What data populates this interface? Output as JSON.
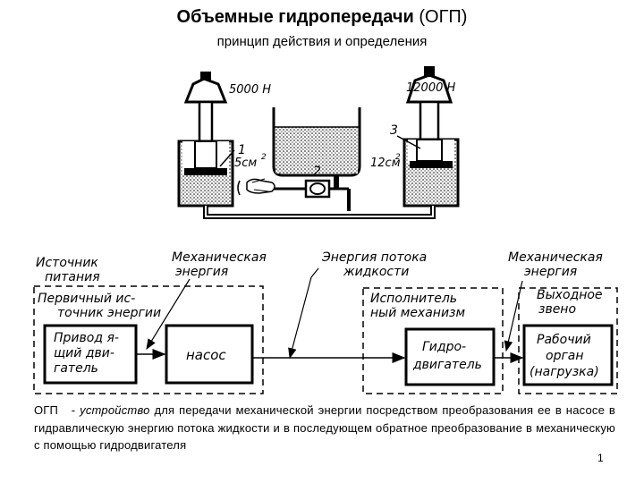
{
  "header": {
    "title_bold": "Объемные гидропередачи",
    "title_abbr": "(ОГП)",
    "subtitle": "принцип действия и определения"
  },
  "hydraulic": {
    "left_load": "5000 Н",
    "right_load": "12000 Н",
    "left_area": "5см",
    "right_area": "12см",
    "area_exp": "2",
    "label_1": "1",
    "label_2": "2",
    "label_3": "3"
  },
  "flow": {
    "top_labels": [
      [
        "Источник",
        "питания"
      ],
      [
        "Механическая",
        "энергия"
      ],
      [
        "Энергия потока",
        "жидкости"
      ],
      [
        "Механическая",
        "энергия"
      ]
    ],
    "group_left": [
      "Первичный ис-",
      "точник энергии"
    ],
    "group_mid": [
      "Исполнитель",
      "ный механизм"
    ],
    "group_right": [
      "Выходное",
      "звено"
    ],
    "boxes": [
      [
        "Привод я-",
        "щий дви-",
        "гатель"
      ],
      [
        "насос"
      ],
      [
        "Гидро-",
        "двигатель"
      ],
      [
        "Рабочий",
        "орган",
        "(нагрузка)"
      ]
    ]
  },
  "definition": {
    "term": "ОГП",
    "dash": "-",
    "italic_part": "устройство",
    "rest_line1": " для передачи механической энергии посредством преобразования ее в насосе в гидравлическую энергию потока жидкости и в последующем обратное преобразование в механическую с помощью гидродвигателя"
  },
  "page": {
    "number": "1"
  }
}
